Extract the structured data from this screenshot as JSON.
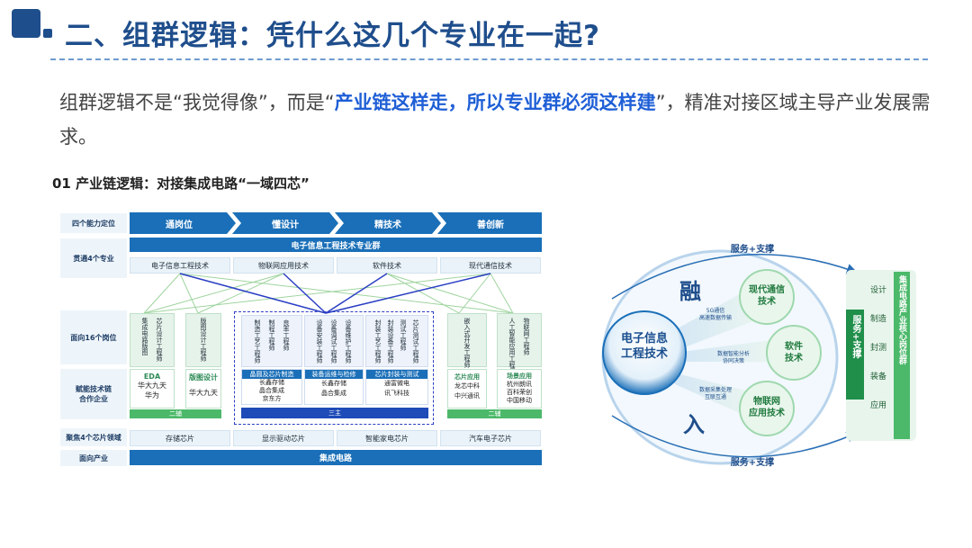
{
  "header": {
    "title": "二、组群逻辑：凭什么这几个专业在一起?"
  },
  "intro": {
    "part1": "组群逻辑不是“我觉得像”，而是“",
    "highlight": "产业链这样走，所以专业群必须这样建",
    "part2": "”，精准对接区域主导产业发展需求。"
  },
  "section": {
    "subtitle": "01 产业链逻辑：对接集成电路“一域四芯”"
  },
  "left_diagram": {
    "row_labels": [
      "四个能力定位",
      "贯通4个专业",
      "面向16个岗位",
      "赋能技术链\n合作企业",
      "聚焦4个芯片领域",
      "面向产业"
    ],
    "stages": [
      "通岗位",
      "懂设计",
      "精技术",
      "善创新"
    ],
    "group_title": "电子信息工程技术专业群",
    "majors": [
      "电子信息工程技术",
      "物联网应用技术",
      "软件技术",
      "现代通信技术"
    ],
    "jobs": {
      "g1": [
        "集成电路版图",
        "芯片设计工程师"
      ],
      "g2": [
        "版图设计工程师"
      ],
      "g3": [
        "制造工艺工程师",
        "制程工程师",
        "良率工程师"
      ],
      "g4": [
        "设备安装工程师",
        "设备调试工程师",
        "设备维护工程师"
      ],
      "g5": [
        "封装工艺工程师",
        "封装设备工程师",
        "测试工程师",
        "芯片测试工程师"
      ],
      "g6": [
        "嵌入式开发工程师"
      ],
      "g7": [
        "人工智能应用工程师",
        "物联网工程师"
      ]
    },
    "tech": {
      "eda_title": "EDA",
      "eda_firms": "华大九天\n华为",
      "layout_title": "版图设计",
      "layout_firm": "华大九天",
      "mfg_title": "晶圆及芯片制造",
      "mfg_firms": "长鑫存储\n晶合集成\n京东方",
      "equip_title": "装备运维与检修",
      "equip_firms": "长鑫存储\n晶合集成",
      "pkg_title": "芯片封装与测试",
      "pkg_firms": "通富微电\n讯飞科技",
      "app_title": "芯片应用",
      "app_firms": "龙芯中科\n中兴通讯",
      "scene_title": "场景应用",
      "scene_firms": "杭州朗讯\n百科荣创\n中国移动"
    },
    "assist_label_1": "二辅",
    "main_label": "三主",
    "assist_label_2": "二辅",
    "chip_fields": [
      "存储芯片",
      "显示驱动芯片",
      "智能家电芯片",
      "汽车电子芯片"
    ],
    "industry": "集成电路"
  },
  "right_diagram": {
    "top_label": "服务+支撑",
    "bottom_label": "服务+支撑",
    "rong": "融",
    "ru": "入",
    "core": "电子信息\n工程技术",
    "node1": "现代通信\n技术",
    "node2": "软件\n技术",
    "node3": "物联网\n应用技术",
    "link1": "5G通信\n高速数据传输",
    "link2": "数据智能分析\n协同决策",
    "link3": "数据采集处理\n互联互通",
    "service_box": "服务+支撑",
    "chain": "集成电路产业核心岗位群",
    "chain_items": [
      "设计",
      "制造",
      "封测",
      "装备",
      "应用"
    ]
  },
  "colors": {
    "title_blue": "#1f4e8c",
    "highlight_blue": "#1f5fd6",
    "bar_blue": "#1a6fb8",
    "green": "#4cb96a",
    "light_green": "#dff0e3"
  }
}
